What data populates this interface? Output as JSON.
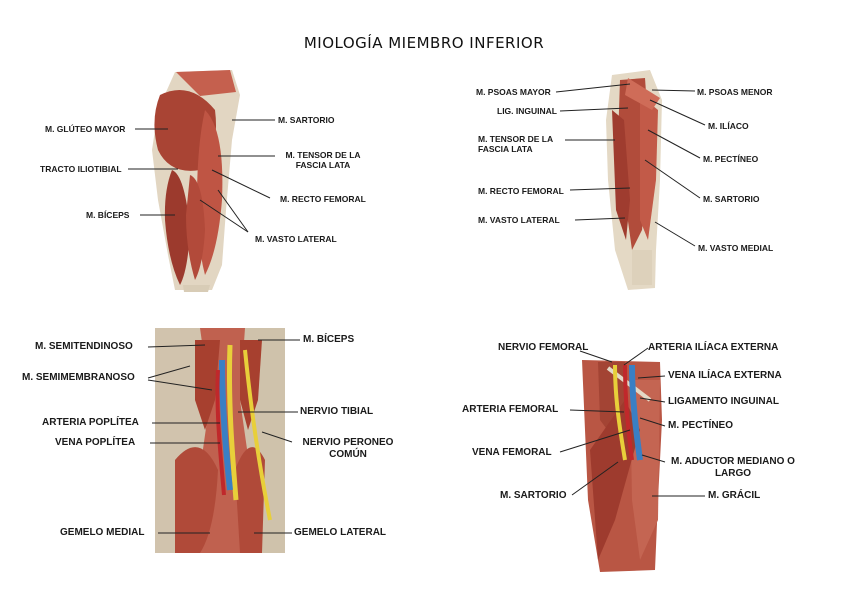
{
  "title": "MIOLOGÍA MIEMBRO INFERIOR",
  "panel_top_left": {
    "labels": {
      "gluteo_mayor": "M. GLÚTEO MAYOR",
      "tracto_iliotibial": "TRACTO ILIOTIBIAL",
      "biceps": "M. BÍCEPS",
      "sartorio": "M. SARTORIO",
      "tensor_fascia": "M. TENSOR DE LA FASCIA LATA",
      "recto_femoral": "M. RECTO FEMORAL",
      "vasto_lateral": "M. VASTO LATERAL"
    }
  },
  "panel_top_right": {
    "labels": {
      "psoas_mayor": "M. PSOAS MAYOR",
      "lig_inguinal": "LIG. INGUINAL",
      "tensor_fascia": "M. TENSOR DE LA FASCIA LATA",
      "recto_femoral": "M. RECTO FEMORAL",
      "vasto_lateral": "M. VASTO LATERAL",
      "psoas_menor": "M. PSOAS MENOR",
      "iliaco": "M. ILÍACO",
      "pectineo": "M. PECTÍNEO",
      "sartorio": "M. SARTORIO",
      "vasto_medial": "M. VASTO MEDIAL"
    }
  },
  "panel_bottom_left": {
    "labels": {
      "semitendinoso": "M. SEMITENDINOSO",
      "semimembranoso": "M. SEMIMEMBRANOSO",
      "arteria_poplitea": "ARTERIA POPLÍTEA",
      "vena_poplitea": "VENA POPLÍTEA",
      "gemelo_medial": "GEMELO MEDIAL",
      "biceps": "M. BÍCEPS",
      "nervio_tibial": "NERVIO TIBIAL",
      "nervio_peroneo": "NERVIO PERONEO COMÚN",
      "gemelo_lateral": "GEMELO LATERAL"
    }
  },
  "panel_bottom_right": {
    "labels": {
      "nervio_femoral": "NERVIO FEMORAL",
      "arteria_femoral": "ARTERIA FEMORAL",
      "vena_femoral": "VENA FEMORAL",
      "sartorio": "M. SARTORIO",
      "arteria_iliaca": "ARTERIA ILÍACA EXTERNA",
      "vena_iliaca": "VENA ILÍACA EXTERNA",
      "ligamento_inguinal": "LIGAMENTO INGUINAL",
      "pectineo": "M. PECTÍNEO",
      "aductor": "M. ADUCTOR MEDIANO O LARGO",
      "gracil": "M. GRÁCIL"
    }
  },
  "colors": {
    "muscle": "#b5493a",
    "muscle_dark": "#8e2f24",
    "tendon": "#e3d9c6",
    "artery": "#c0282b",
    "vein": "#3a7fc4",
    "nerve": "#e8cf3a"
  }
}
